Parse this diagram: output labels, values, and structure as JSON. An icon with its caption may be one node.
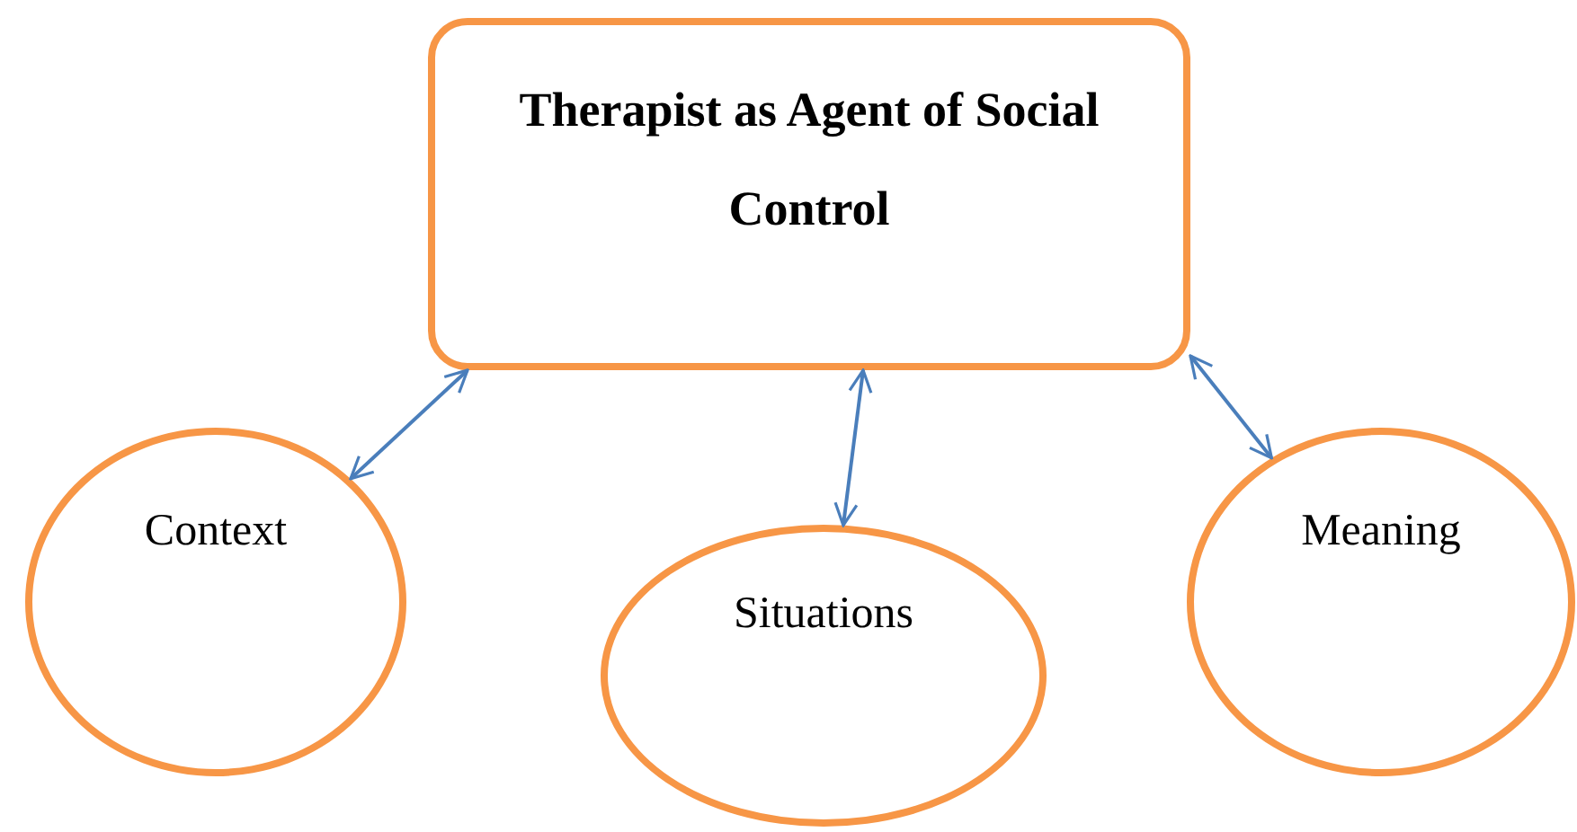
{
  "diagram": {
    "nodes": [
      {
        "text": [
          "Therapist as Agent of Social Control"
        ]
      },
      {
        "text": [
          "Context"
        ]
      },
      {
        "text": [
          "Situations"
        ]
      },
      {
        "text": [
          "Meaning"
        ]
      }
    ],
    "edges": [
      {
        "from": 1,
        "to": 0,
        "arrow": "both"
      },
      {
        "from": 2,
        "to": 0,
        "arrow": "both"
      },
      {
        "from": 3,
        "to": 0,
        "arrow": "both"
      }
    ]
  }
}
